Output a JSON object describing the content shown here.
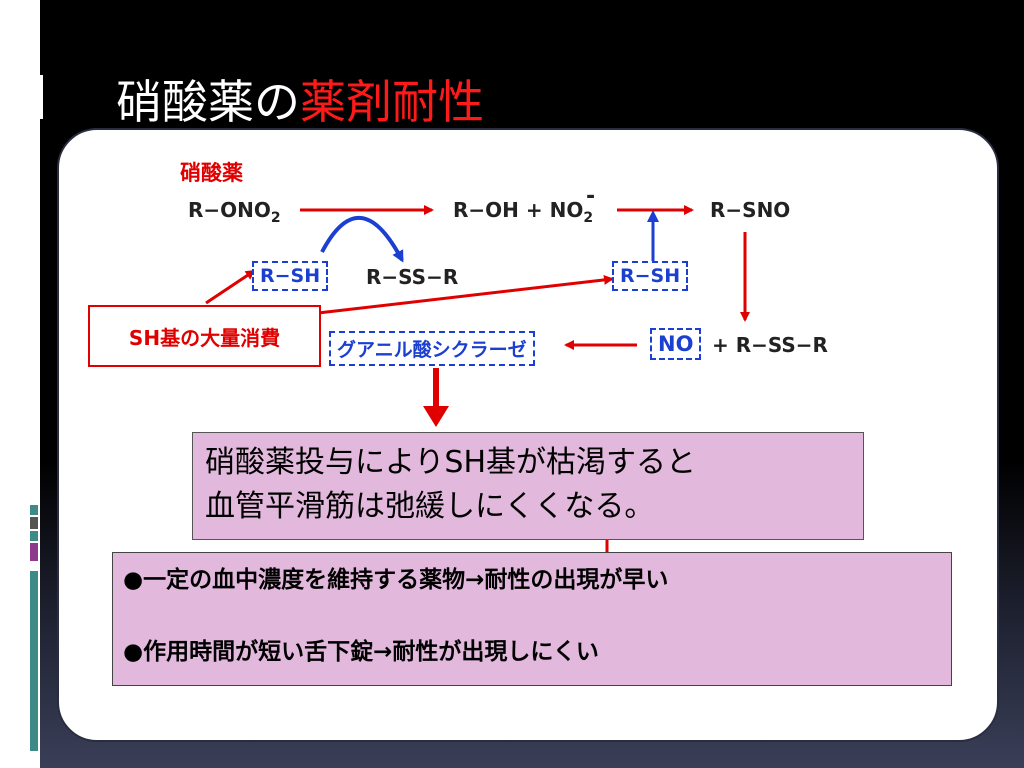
{
  "slide": {
    "title_prefix": "硝酸薬の",
    "title_accent": "薬剤耐性"
  },
  "diagram": {
    "drug_label": "硝酸薬",
    "r_ono": "R−ONO",
    "r_ono_sub": "2",
    "r_oh": "R−OH + NO",
    "no2_sub": "2",
    "no2_sup": "-",
    "r_sno": "R−SNO",
    "rsh_left": "R−SH",
    "rssr_top": "R−SS−R",
    "rsh_right": "R−SH",
    "sh_consumption": "SH基の大量消費",
    "guanylate": "グアニル酸シクラーゼ",
    "no": "NO",
    "rssr_bottom": "+ R−SS−R"
  },
  "note_box": {
    "line1": "硝酸薬投与によりSH基が枯渇すると",
    "line2": "血管平滑筋は弛緩しにくくなる。"
  },
  "summary_box": {
    "line1": "●一定の血中濃度を維持する薬物→耐性の出現が早い",
    "line2": "●作用時間が短い舌下錠→耐性が出現しにくい"
  },
  "colors": {
    "accent_red": "#ff1a1a",
    "arrow_red": "#e00000",
    "arrow_blue": "#1a3fd1",
    "box_pink": "#e2b8dc",
    "side_teal": "#3d8a86",
    "side_purple": "#8c3a8c"
  }
}
